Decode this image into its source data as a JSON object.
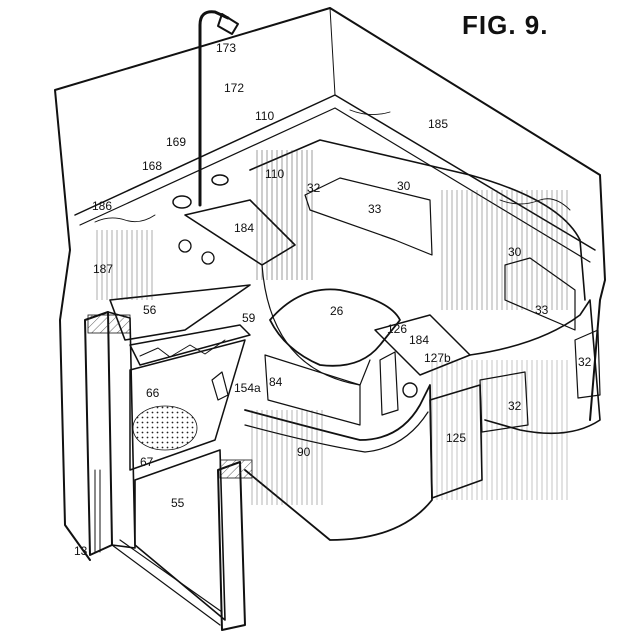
{
  "figure": {
    "title": "FIG. 9.",
    "labels": [
      "173",
      "172",
      "110",
      "169",
      "168",
      "110",
      "185",
      "186",
      "184",
      "32",
      "30",
      "33",
      "187",
      "30",
      "56",
      "59",
      "26",
      "126",
      "184",
      "33",
      "32",
      "127b",
      "66",
      "154a",
      "84",
      "32",
      "125",
      "67",
      "90",
      "55",
      "13"
    ]
  }
}
